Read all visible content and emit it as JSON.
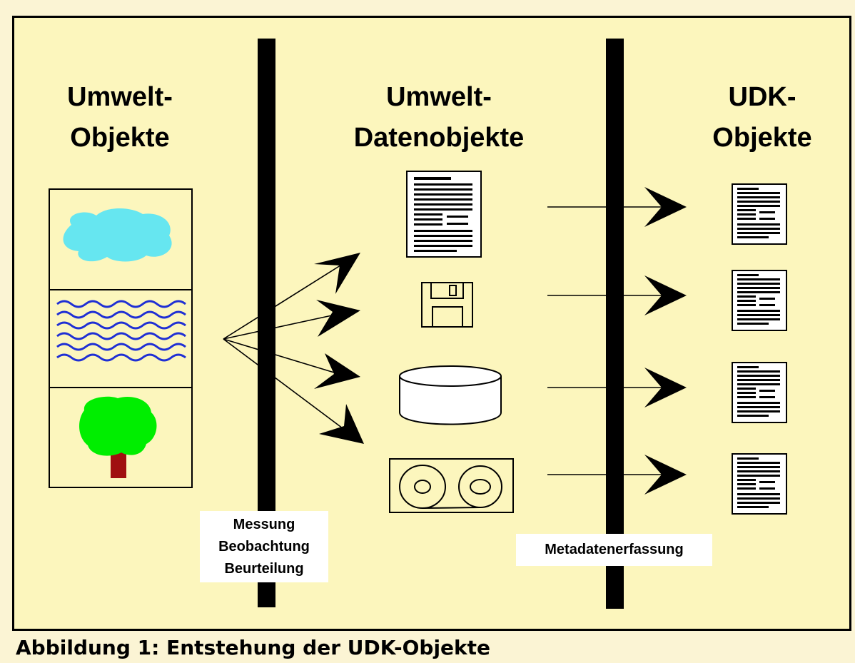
{
  "headings": {
    "environment_objects": [
      "Umwelt-",
      "Objekte"
    ],
    "environment_data_objects": [
      "Umwelt-",
      "Datenobjekte"
    ],
    "udk_objects": [
      "UDK-",
      "Objekte"
    ]
  },
  "labels": {
    "process_1": [
      "Messung",
      "Beobachtung",
      "Beurteilung"
    ],
    "process_2": "Metadatenerfassung"
  },
  "caption": "Abbildung 1: Entstehung der UDK-Objekte",
  "colors": {
    "background": "#fcf6bd",
    "cloud": "#66e6f0",
    "water": "#1f2fd4",
    "tree_crown": "#00ee00",
    "tree_trunk": "#a01010"
  },
  "icons": [
    "cloud-icon",
    "water-waves-icon",
    "tree-icon",
    "document-icon",
    "floppy-disk-icon",
    "database-cylinder-icon",
    "tape-reel-icon"
  ]
}
